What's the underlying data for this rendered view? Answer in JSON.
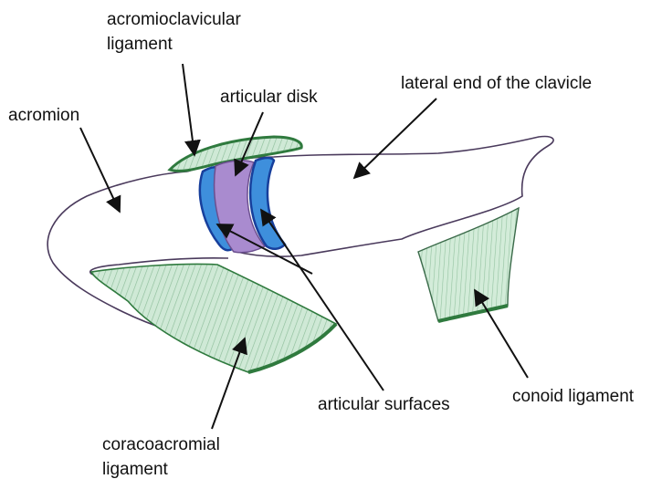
{
  "labels": {
    "acromioclavicular_ligament": "acromioclavicular\nligament",
    "articular_disk": "articular disk",
    "lateral_end_clavicle": "lateral end of the clavicle",
    "acromion": "acromion",
    "articular_surfaces": "articular surfaces",
    "conoid_ligament": "conoid ligament",
    "coracoacromial_ligament": "coracoacromial\nligament"
  },
  "colors": {
    "bone_outline": "#4a3a5c",
    "ligament_fill": "#cfe9d6",
    "ligament_edge": "#2f7a3e",
    "disk_fill": "#a98bcf",
    "surface_fill": "#3e8fdc",
    "surface_edge": "#173f9c",
    "arrow": "#111111"
  }
}
